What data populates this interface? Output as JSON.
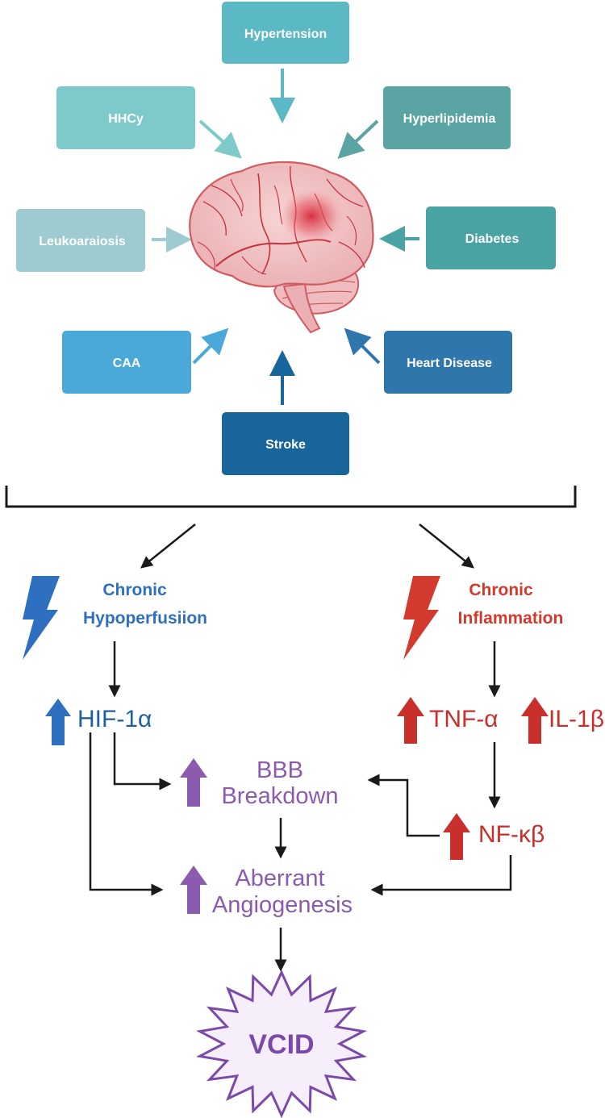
{
  "risk_factors": {
    "hypertension": {
      "label": "Hypertension",
      "color": "#5bb8c5"
    },
    "hhcy": {
      "label": "HHCy",
      "color": "#7ecaca"
    },
    "hyperlipidemia": {
      "label": "Hyperlipidemia",
      "color": "#5aa5a3"
    },
    "leukoaraiosis": {
      "label": "Leukoaraiosis",
      "color": "#9dcbd1"
    },
    "diabetes": {
      "label": "Diabetes",
      "color": "#4aa3a3"
    },
    "caa": {
      "label": "CAA",
      "color": "#4ba9d9"
    },
    "heart_disease": {
      "label": "Heart Disease",
      "color": "#2f76ad"
    },
    "stroke": {
      "label": "Stroke",
      "color": "#17659b"
    }
  },
  "center_icon": "brain-icon",
  "pathways": {
    "hypoperfusion": {
      "line1": "Chronic",
      "line2": "Hypoperfusiion",
      "color": "#2f6fc0",
      "icon": "lightning-bolt-icon"
    },
    "inflammation": {
      "line1": "Chronic",
      "line2": "Inflammation",
      "color": "#d23a2e",
      "icon": "lightning-bolt-icon"
    }
  },
  "mediators": {
    "hif": {
      "label": "HIF-1α",
      "color": "#1f5f9e"
    },
    "tnf": {
      "label": "TNF-α",
      "color": "#c9302c"
    },
    "il1b": {
      "label": "IL-1β",
      "color": "#c9302c"
    },
    "nfkb": {
      "label": "NF-κβ",
      "color": "#c9302c"
    }
  },
  "outcomes": {
    "bbb": {
      "line1": "BBB",
      "line2": "Breakdown",
      "color": "#8b5bb0"
    },
    "angio": {
      "line1": "Aberrant",
      "line2": "Angiogenesis",
      "color": "#8b5bb0"
    }
  },
  "final": {
    "label": "VCID",
    "color": "#7b4aa8"
  },
  "increase_icon": "up-arrow-icon"
}
